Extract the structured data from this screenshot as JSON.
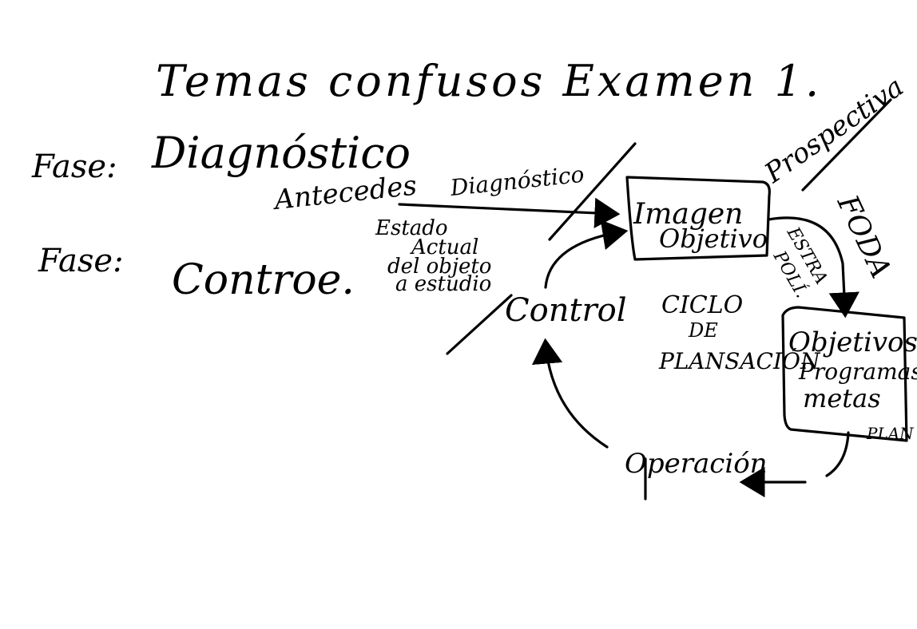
{
  "title": "Temas confusos Examen 1.",
  "phases": [
    {
      "label": "Fase:",
      "name": "Diagnóstico"
    },
    {
      "label": "Fase:",
      "name": "Controe."
    }
  ],
  "cycle": {
    "center": [
      "CICLO",
      "DE",
      "PLANSACIÓN"
    ],
    "top_labels": {
      "antecedentes": "Antecedes",
      "diagnostico": "Diagnóstico"
    },
    "estado": [
      "Estado",
      "Actual",
      "del objeto",
      "a estudio"
    ],
    "imagen_objetivo": [
      "Imagen",
      "Objetivo"
    ],
    "prospectiva": "Prospectiva",
    "foda": "FODA",
    "estrategias": [
      "ESTRA",
      "POLÍ."
    ],
    "objetivos": [
      "Objetivos",
      "Programas",
      "metas"
    ],
    "plan": "PLAN",
    "operacion": "Operación",
    "control": "Control"
  }
}
